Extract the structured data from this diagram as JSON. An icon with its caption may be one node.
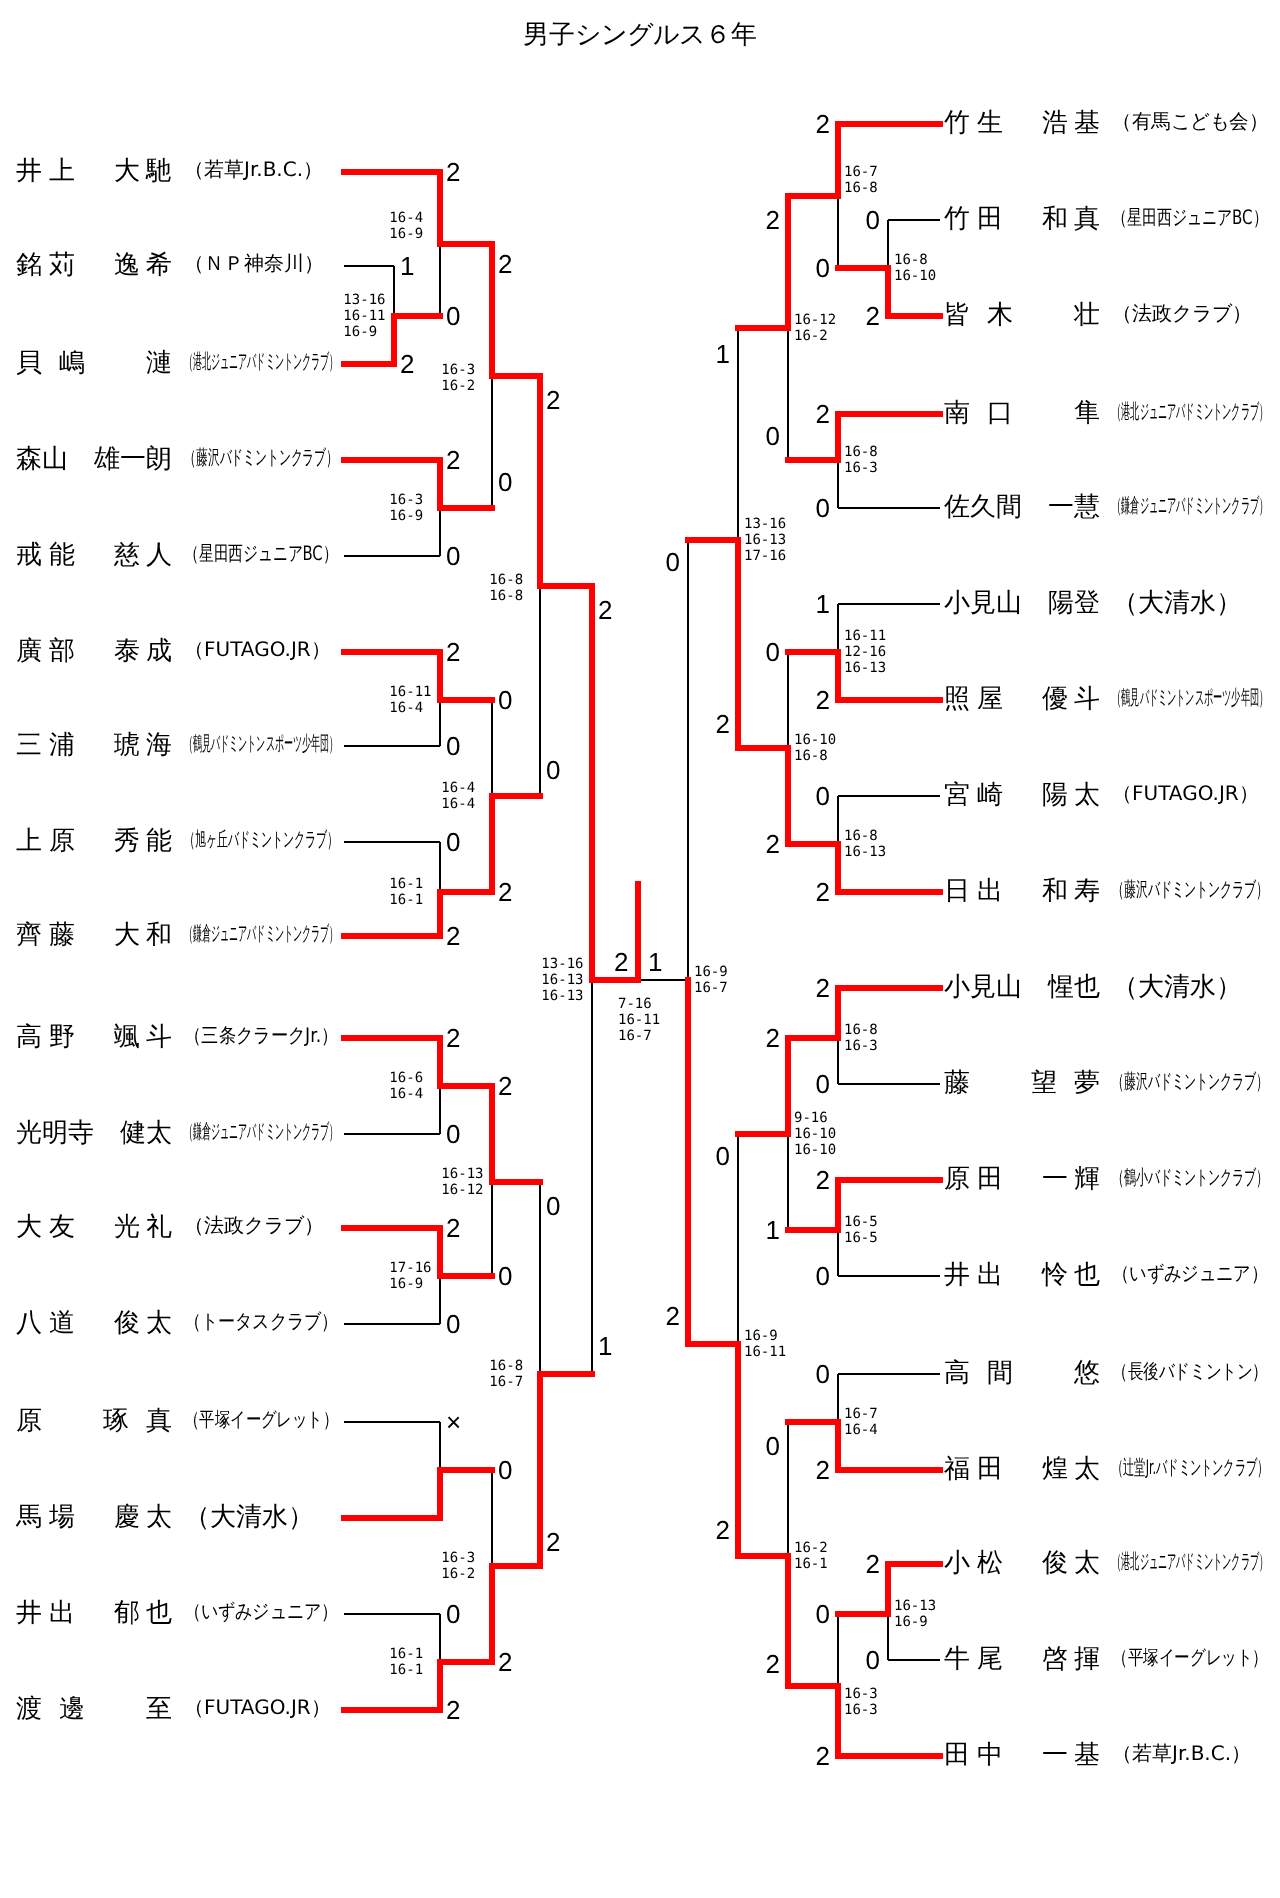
{
  "diagram": {
    "title": "男子シングルス６年",
    "labels": [
      "井上　大馳",
      "（若草Jr.B.C.）",
      "銘苅　逸希",
      "（ＮＰ神奈川）",
      "貝嶋　漣",
      "（港北ジュニアバドミントンクラブ）",
      "森山　雄一朗",
      "（藤沢バドミントンクラブ）",
      "戒能　慈人",
      "（星田西ジュニアBC）",
      "廣部　泰成",
      "（FUTAGO.JR）",
      "三浦　琥海",
      "（鶴見バドミントンスポーツ少年団）",
      "上原　秀能",
      "（旭ヶ丘バドミントンクラブ）",
      "齊藤　大和",
      "（鎌倉ジュニアバドミントンクラブ）",
      "高野　颯斗",
      "（三条クラークJr.）",
      "光明寺　健太",
      "（鎌倉ジュニアバドミントンクラブ）",
      "大友　光礼",
      "（法政クラブ）",
      "八道　俊太",
      "（トータスクラブ）",
      "原　琢真",
      "（平塚イーグレット）",
      "馬場　慶太",
      "（大清水）",
      "井出　郁也",
      "（いずみジュニア）",
      "渡邊　至",
      "（FUTAGO.JR）",
      "竹生　浩基",
      "（有馬こども会）",
      "竹田　和真",
      "（星田西ジュニアBC）",
      "皆木　壮",
      "（法政クラブ）",
      "南口　隼",
      "（港北ジュニアバドミントンクラブ）",
      "佐久間　一慧",
      "（鎌倉ジュニアバドミントンクラブ）",
      "小見山　陽登",
      "（大清水）",
      "照屋　優斗",
      "（鶴見バドミントンスポーツ少年団）",
      "宮崎　陽太",
      "（FUTAGO.JR）",
      "日出　和寿",
      "（藤沢バドミントンクラブ）",
      "小見山　惺也",
      "（大清水）",
      "藤　望夢",
      "（藤沢バドミントンクラブ）",
      "原田　一輝",
      "（鶴小バドミントンクラブ）",
      "井出　怜也",
      "（いずみジュニア）",
      "高間　悠",
      "（長後バドミントン）",
      "福田　煌太",
      "（辻堂Jr.バドミントンクラブ）",
      "小松　俊太",
      "（港北ジュニアバドミントンクラブ）",
      "牛尾　啓揮",
      "（平塚イーグレット）",
      "田中　一基",
      "（若草Jr.B.C.）",
      "2",
      "1",
      "2",
      "0",
      "2",
      "2",
      "0",
      "0",
      "2",
      "2",
      "2",
      "0",
      "0",
      "0",
      "0",
      "2",
      "2",
      "2",
      "2",
      "0",
      "0",
      "2",
      "0",
      "0",
      "1",
      "×",
      "0",
      "2",
      "0",
      "2",
      "2",
      "16-4 16-9",
      "13-16 16-11 16-9",
      "16-3 16-2",
      "16-3 16-9",
      "16-8 16-8",
      "16-11 16-4",
      "16-4 16-4",
      "16-1 16-1",
      "13-16 16-13 16-13",
      "16-6 16-4",
      "16-13 16-12",
      "17-16 16-9",
      "16-8 16-7",
      "16-3 16-2",
      "16-1 16-1",
      "2",
      "1",
      "7-16 16-11 16-7",
      "16-7 16-8",
      "16-8 16-10",
      "16-12 16-2",
      "16-8 16-3",
      "13-16 16-13 17-16",
      "16-11 12-16 16-13",
      "16-10 16-8",
      "16-8 16-13",
      "16-9 16-7",
      "16-8 16-3",
      "9-16 16-10 16-10",
      "16-5 16-5",
      "16-9 16-11",
      "16-7 16-4",
      "16-2 16-1",
      "16-13 16-9",
      "16-3 16-3",
      "2",
      "2",
      "0",
      "0",
      "2",
      "1",
      "2",
      "0",
      "0",
      "0",
      "1",
      "0",
      "2",
      "2",
      "0",
      "2",
      "2",
      "2",
      "2",
      "0",
      "0",
      "2",
      "1",
      "0",
      "2",
      "0",
      "0",
      "2",
      "2",
      "2",
      "0",
      "2",
      "0",
      "2"
    ]
  }
}
